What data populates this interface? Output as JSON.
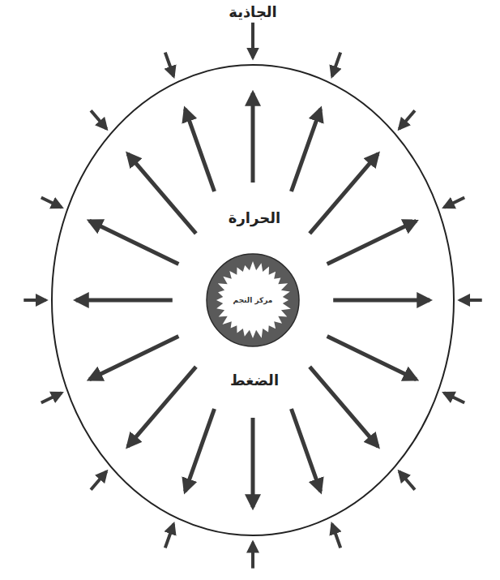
{
  "diagram": {
    "nodes": [
      {
        "text": [
          "مركز النجم"
        ]
      }
    ],
    "labels": [
      "الجاذية",
      "الحرارة",
      "الضغط"
    ]
  }
}
